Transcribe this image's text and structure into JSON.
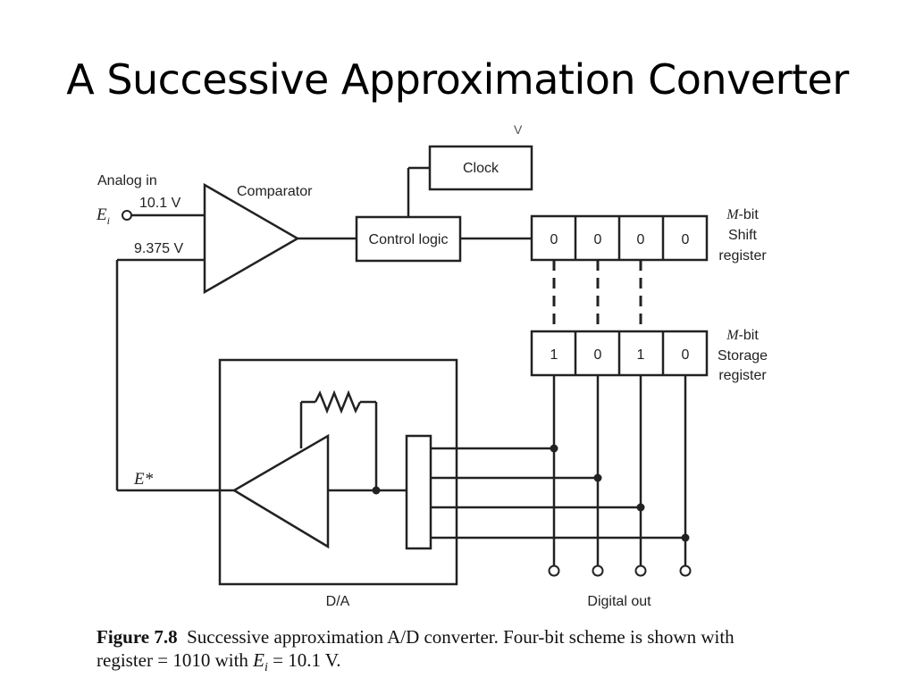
{
  "slide": {
    "title": "A Successive Approximation Converter"
  },
  "diagram": {
    "stray_label": "V",
    "clock_label": "Clock",
    "comparator_label": "Comparator",
    "control_logic_label": "Control logic",
    "analog_in_label": "Analog in",
    "input_voltage": "10.1 V",
    "input_symbol_base": "E",
    "input_symbol_sub": "i",
    "feedback_voltage": "9.375 V",
    "estimate_symbol": "E*",
    "shift_register": {
      "bits": [
        "0",
        "0",
        "0",
        "0"
      ],
      "label_prefix": "M",
      "label_line1": "-bit",
      "label_line2": "Shift",
      "label_line3": "register"
    },
    "storage_register": {
      "bits": [
        "1",
        "0",
        "1",
        "0"
      ],
      "label_prefix": "M",
      "label_line1": "-bit",
      "label_line2": "Storage",
      "label_line3": "register"
    },
    "da_label": "D/A",
    "digital_out_label": "Digital out"
  },
  "caption": {
    "figure_label": "Figure 7.8",
    "text_line1": "Successive approximation A/D converter. Four-bit scheme is shown with",
    "text_line2_a": "register = 1010 with ",
    "text_line2_symbol": "E",
    "text_line2_sub": "i",
    "text_line2_b": " = 10.1  V."
  }
}
